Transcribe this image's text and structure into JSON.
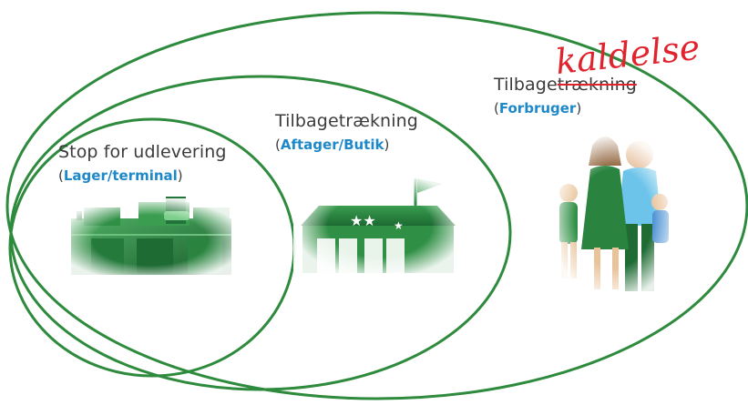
{
  "colors": {
    "ring": "#2e8a3c",
    "accent_text": "#1e88c8",
    "body_text": "#3b3b3b",
    "handwriting": "#e0242e",
    "green_dark": "#1f6b34",
    "green_mid": "#2f8f45",
    "green_light": "#5cb86e"
  },
  "levels": [
    {
      "title": "Stop for udlevering",
      "paren_open": "(",
      "subtitle": "Lager/terminal",
      "paren_close": ")",
      "icon": "warehouse-icon"
    },
    {
      "title": "Tilbagetrækning",
      "paren_open": "(",
      "subtitle": "Aftager/Butik",
      "paren_close": ")",
      "icon": "store-icon"
    },
    {
      "title_prefix": "Tilbage",
      "title_struck": "trækning",
      "handwritten_correction": "kaldelse",
      "paren_open": "(",
      "subtitle": "Forbruger",
      "paren_close": ")",
      "icon": "consumers-icon"
    }
  ]
}
